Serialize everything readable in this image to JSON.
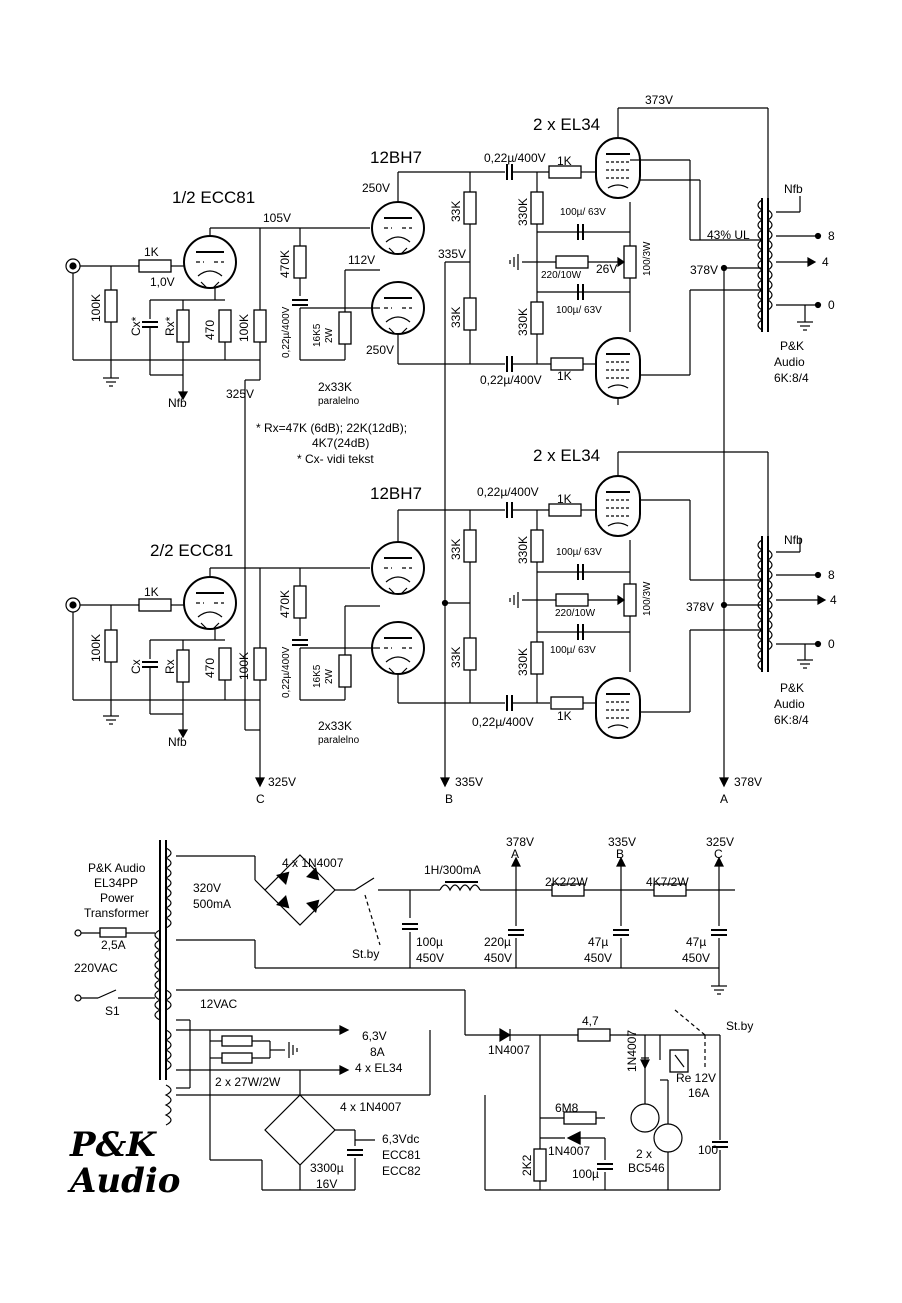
{
  "labels": {
    "tube_ecc81_1": "1/2 ECC81",
    "tube_ecc81_2": "2/2 ECC81",
    "tube_12bh7_1": "12BH7",
    "tube_12bh7_2": "12BH7",
    "el34_top": "2 x EL34",
    "el34_bot": "2 x EL34",
    "v373": "373V",
    "v250a": "250V",
    "v250b": "250V",
    "v105": "105V",
    "v112": "112V",
    "v335a": "335V",
    "v378a": "378V",
    "v378b": "378V",
    "v1_0": "1,0V",
    "v325a": "325V",
    "v325b": "325V",
    "v335b": "335V",
    "v378c": "378V",
    "v26": "26V",
    "ul43": "43% UL",
    "r1k": "1K",
    "r100k": "100K",
    "cx": "Cx",
    "cxs": "Cx*",
    "rx": "Rx",
    "rxs": "Rx*",
    "r470": "470",
    "r470k": "470K",
    "c022_400": "0,22µ/400V",
    "r16k5": "16K5",
    "w2": "2W",
    "r33k": "33K",
    "r330k": "330K",
    "c100_63": "100µ/ 63V",
    "r220_10": "220/10W",
    "p100_3": "100/3W",
    "nfb": "Nfb",
    "tap8": "8",
    "tap4": "4",
    "tap0": "0",
    "pk_audio": "P&K",
    "audio": "Audio",
    "ot_spec": "6K:8/4",
    "par1": "2x33K",
    "par2": "paralelno",
    "note1": "* Rx=47K (6dB); 22K(12dB);",
    "note2": "4K7(24dB)",
    "note3": "* Cx- vidi tekst",
    "nodeA": "A",
    "nodeB": "B",
    "nodeC": "C",
    "pt1": "P&K Audio",
    "pt2": "EL34PP",
    "pt3": "Power",
    "pt4": "Transformer",
    "fuse": "2,5A",
    "mains": "220VAC",
    "s1": "S1",
    "sec320": "320V",
    "sec500": "500mA",
    "rect": "4 x 1N4007",
    "choke": "1H/300mA",
    "stby": "St.by",
    "c100u": "100µ",
    "v450": "450V",
    "c220u": "220µ",
    "c47u": "47µ",
    "r2k2": "2K2/2W",
    "r4k7": "4K7/2W",
    "vac12": "12VAC",
    "v63": "6,3V",
    "a8": "8A",
    "el34x4": "4 x EL34",
    "r27": "2 x 27W/2W",
    "rect2": "4 x 1N4007",
    "vdc63": "6,3Vdc",
    "ecc81": "ECC81",
    "ecc82": "ECC82",
    "c3300": "3300µ",
    "v16": "16V",
    "d1n4007": "1N4007",
    "r4_7": "4,7",
    "r6m8": "6M8",
    "r2k2b": "2K2",
    "c100": "100µ",
    "bc546": "BC546",
    "x2": "2 x",
    "relay": "Re 12V",
    "a16": "16A",
    "c100b": "100",
    "logo1": "P&K",
    "logo2": "Audio"
  }
}
